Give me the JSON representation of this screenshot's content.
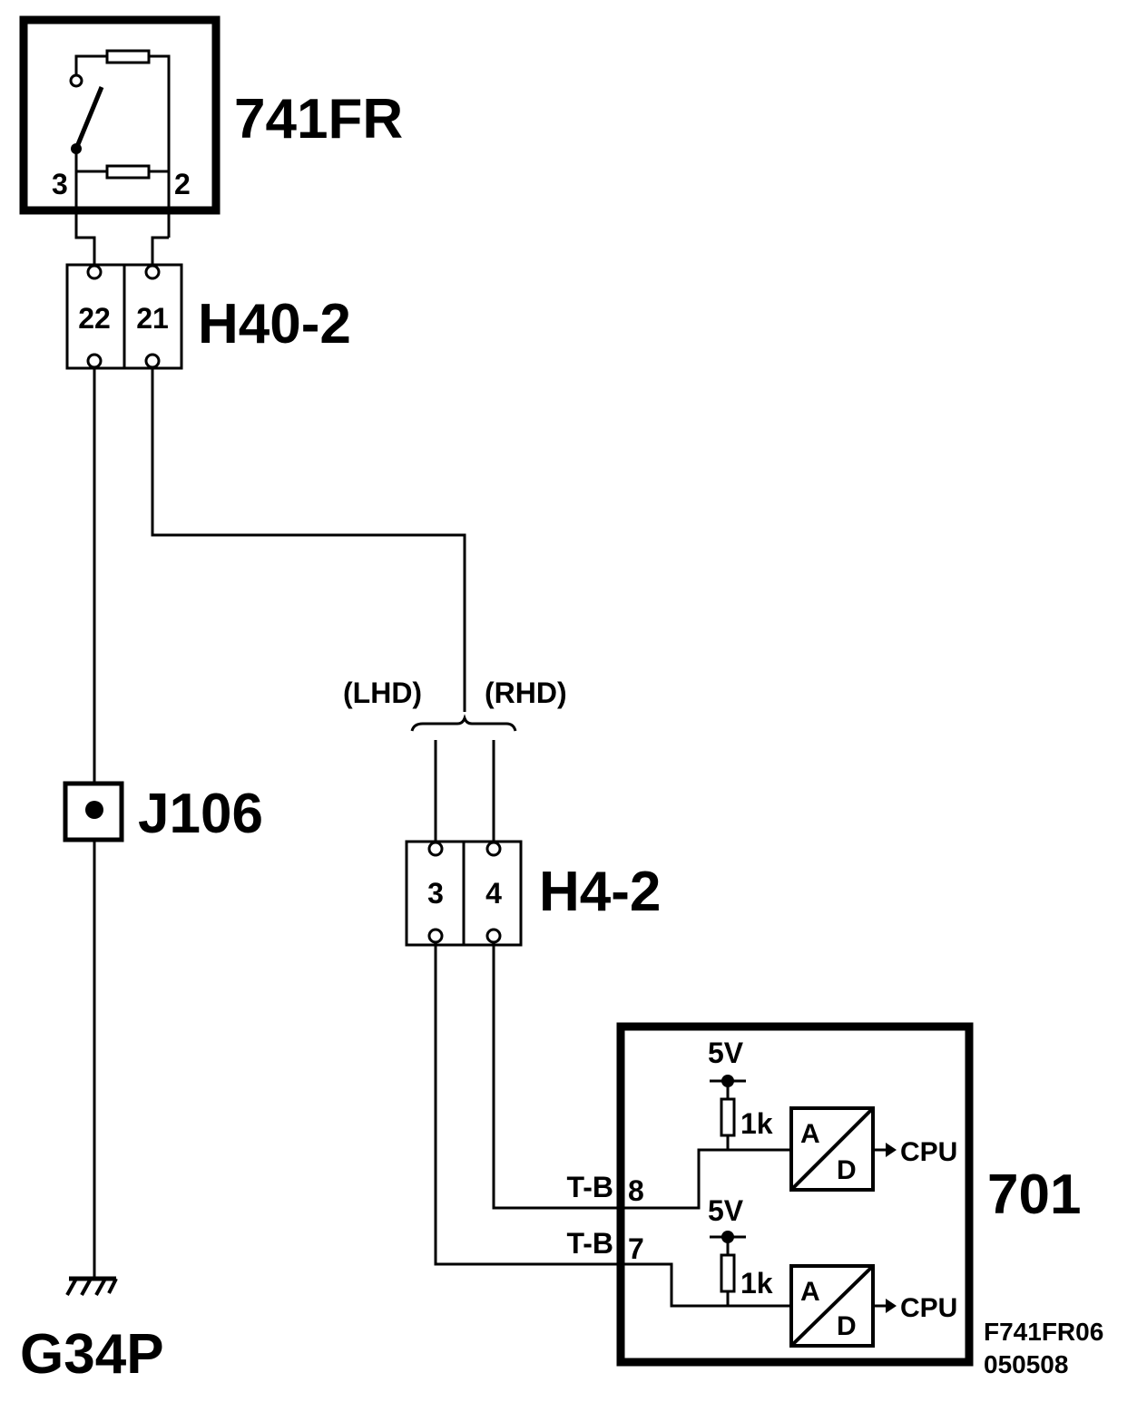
{
  "components": {
    "switch": {
      "name": "741FR",
      "pin_left": "3",
      "pin_right": "2"
    },
    "connector_h40": {
      "name": "H40-2",
      "pin_a": "22",
      "pin_b": "21"
    },
    "junction": {
      "name": "J106"
    },
    "ground": {
      "name": "G34P"
    },
    "variant_left": "(LHD)",
    "variant_right": "(RHD)",
    "connector_h4": {
      "name": "H4-2",
      "pin_a": "3",
      "pin_b": "4"
    },
    "module": {
      "name": "701",
      "pin_upper_label": "T-B",
      "pin_upper_num": "8",
      "pin_lower_label": "T-B",
      "pin_lower_num": "7",
      "supply_upper": "5V",
      "supply_lower": "5V",
      "resistor_upper": "1k",
      "resistor_lower": "1k",
      "adc_a_upper": "A",
      "adc_d_upper": "D",
      "adc_a_lower": "A",
      "adc_d_lower": "D",
      "output_upper": "CPU",
      "output_lower": "CPU"
    }
  },
  "figure_code": "F741FR06",
  "figure_date": "050508",
  "colors": {
    "ink": "#000000",
    "background": "#ffffff"
  }
}
